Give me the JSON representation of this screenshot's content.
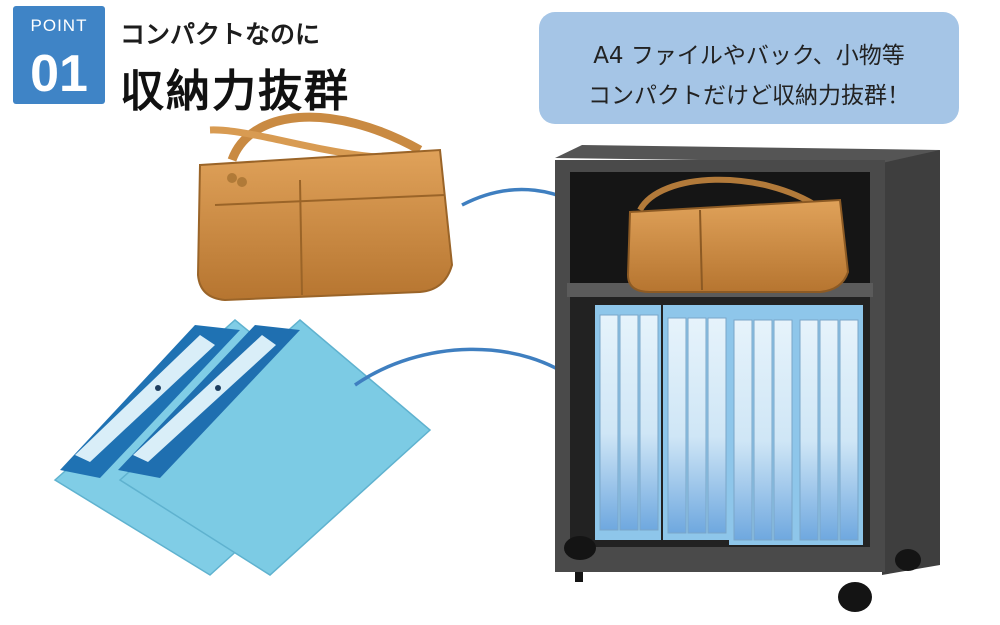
{
  "badge": {
    "label": "POINT",
    "number": "01"
  },
  "subtitle": "コンパクトなのに",
  "headline": "収納力抜群",
  "callout": {
    "line1": "A4 ファイルやバック、小物等",
    "line2": "コンパクトだけど収納力抜群！"
  },
  "colors": {
    "badge": "#3f84c6",
    "callout": "#a5c5e6",
    "arrow": "#3f7fc0",
    "cabinet": "#4a4a4a",
    "bag": "#c8873c",
    "folder": "#7ccbe4",
    "binder": "#8ec6ea"
  }
}
